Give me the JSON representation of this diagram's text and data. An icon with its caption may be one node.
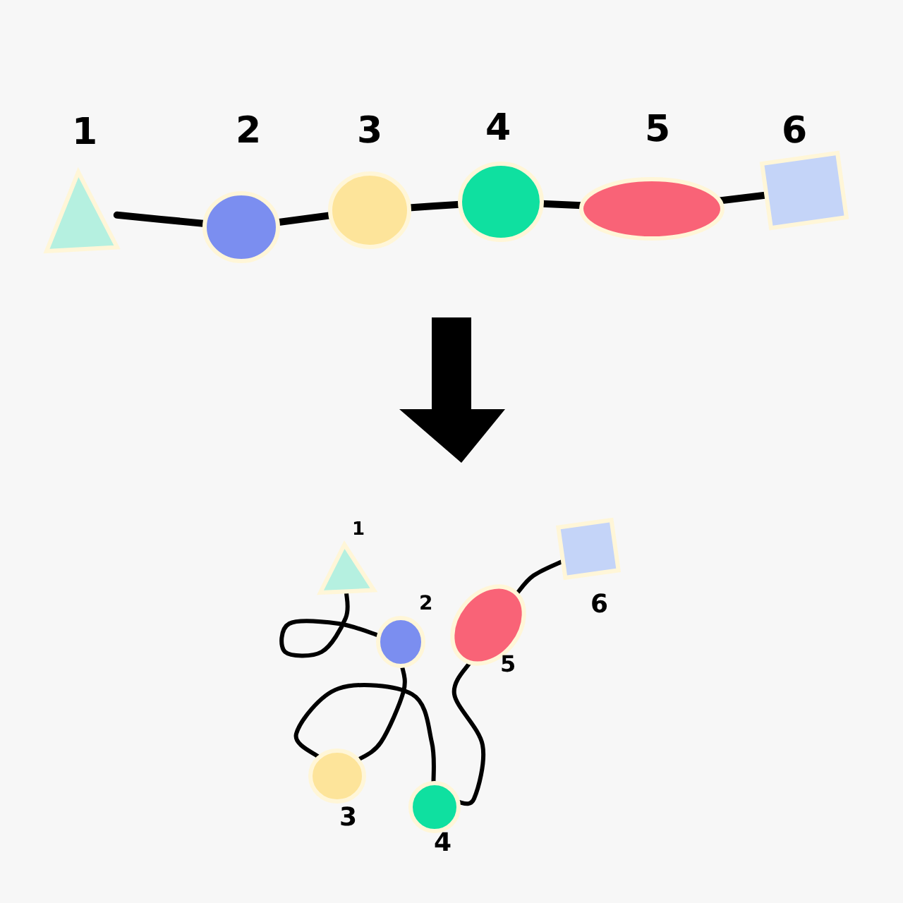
{
  "diagram": {
    "nodes": [
      {
        "text": [],
        "shape": "triangle",
        "beside": [
          "1"
        ]
      },
      {
        "text": [],
        "shape": "circle",
        "beside": [
          "2"
        ]
      },
      {
        "text": [],
        "shape": "circle",
        "beside": [
          "3"
        ]
      },
      {
        "text": [],
        "shape": "circle",
        "beside": [
          "4"
        ]
      },
      {
        "text": [],
        "shape": "ellipse",
        "beside": [
          "5"
        ]
      },
      {
        "text": [],
        "shape": "box",
        "beside": [
          "6"
        ]
      },
      {
        "text": [],
        "shape": "triangle",
        "beside": [
          "1"
        ]
      },
      {
        "text": [],
        "shape": "circle",
        "beside": [
          "2"
        ]
      },
      {
        "text": [],
        "shape": "ellipse",
        "beside": [
          "5"
        ]
      },
      {
        "text": [],
        "shape": "box",
        "beside": [
          "6"
        ]
      },
      {
        "text": [],
        "shape": "circle",
        "beside": [
          "3"
        ]
      },
      {
        "text": [],
        "shape": "circle",
        "beside": [
          "4"
        ]
      }
    ],
    "edges": [
      {
        "from": 0,
        "to": 1,
        "arrow": "none"
      },
      {
        "from": 1,
        "to": 2,
        "arrow": "none"
      },
      {
        "from": 2,
        "to": 3,
        "arrow": "none"
      },
      {
        "from": 3,
        "to": 4,
        "arrow": "none"
      },
      {
        "from": 4,
        "to": 5,
        "arrow": "none"
      },
      {
        "from": 6,
        "to": 7,
        "arrow": "none"
      },
      {
        "from": 7,
        "to": 10,
        "arrow": "none"
      },
      {
        "from": 10,
        "to": 11,
        "arrow": "none"
      },
      {
        "from": 11,
        "to": 8,
        "arrow": "none"
      },
      {
        "from": 8,
        "to": 9,
        "arrow": "none"
      }
    ]
  }
}
